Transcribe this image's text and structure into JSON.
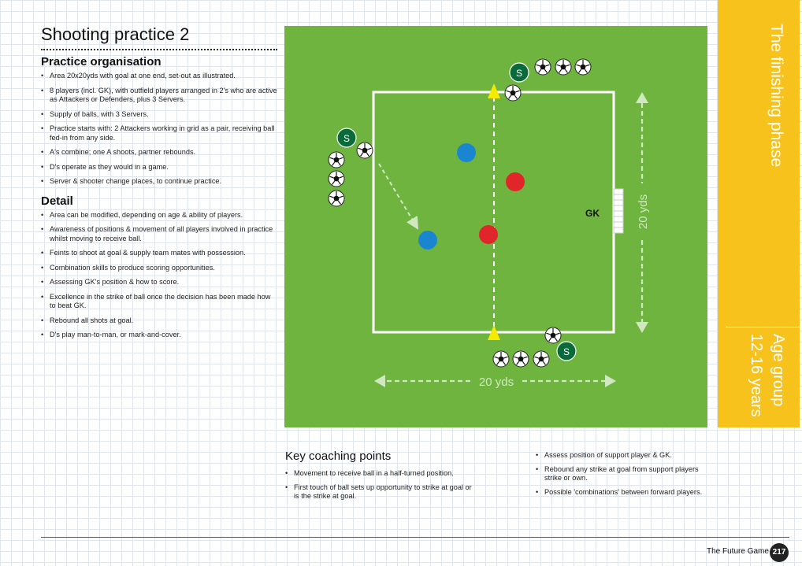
{
  "page": {
    "title": "Shooting practice 2",
    "organisation_heading": "Practice organisation",
    "organisation_items": [
      "Area 20x20yds with goal at one end, set-out as illustrated.",
      "8 players (incl. GK), with outfield players arranged in 2's who are active as Attackers or Defenders, plus 3 Servers.",
      "Supply of balls, with 3 Servers.",
      "Practice starts with: 2 Attackers working in grid as a pair, receiving ball fed-in from any side.",
      "A's combine; one A shoots, partner rebounds.",
      "D's operate as they would in a game.",
      "Server & shooter change places, to continue practice."
    ],
    "detail_heading": "Detail",
    "detail_items": [
      "Area can be modified, depending on age & ability of players.",
      "Awareness of positions & movement of all players involved in practice whilst moving to receive ball.",
      "Feints to shoot at goal & supply team mates with possession.",
      "Combination skills to produce scoring opportunities.",
      "Assessing GK's position & how to score.",
      "Excellence in the strike of ball once the decision has been made how to beat GK.",
      "Rebound all shots at goal.",
      "D's play man-to-man, or mark-and-cover."
    ],
    "coaching_heading": "Key coaching points",
    "coaching_items_left": [
      "Movement to receive ball in a half-turned position.",
      "First touch of ball sets up opportunity to strike at goal or is the strike at goal."
    ],
    "coaching_items_right": [
      "Assess position of support player & GK.",
      "Rebound any strike at goal from support players strike or own.",
      "Possible 'combinations' between forward players."
    ]
  },
  "sidebar": {
    "phase_label": "The finishing phase",
    "age_label": "Age group 12-16 years",
    "color": "#f8c21c"
  },
  "diagram": {
    "width_label": "20 yds",
    "height_label": "20 yds",
    "gk_label": "GK",
    "server_label": "S",
    "pitch_color": "#6eb43f",
    "attacker_color": "#1a86d0",
    "defender_color": "#e0262a",
    "server_color": "#0a6b3a",
    "cone_color": "#f5ea00"
  },
  "footer": {
    "book_title": "The Future Game",
    "page_number": "217"
  }
}
